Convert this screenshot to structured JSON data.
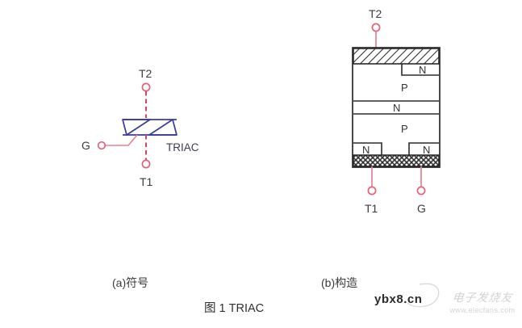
{
  "figure": {
    "title": "图 1 TRIAC",
    "captions": {
      "left": "(a)符号",
      "right": "(b)构造"
    }
  },
  "symbol_panel": {
    "device_label": "TRIAC",
    "terminals": {
      "top": "T2",
      "bottom": "T1",
      "gate": "G"
    },
    "colors": {
      "terminal": "#e8607a",
      "wire": "#e8808f",
      "symbol": "#3b3b9e",
      "text": "#3c3c3c"
    }
  },
  "structure_panel": {
    "terminals": {
      "top": "T2",
      "bottom_left": "T1",
      "bottom_right": "G"
    },
    "layers": [
      {
        "name": "top-electrode",
        "label": "",
        "fill": "diagonal-hatch"
      },
      {
        "name": "n-emitter-top-right",
        "label": "N",
        "fill": "none"
      },
      {
        "name": "p-base-upper",
        "label": "P",
        "fill": "none"
      },
      {
        "name": "n-base-middle",
        "label": "N",
        "fill": "none"
      },
      {
        "name": "p-base-lower",
        "label": "P",
        "fill": "none"
      },
      {
        "name": "n-emitter-bottom-left",
        "label": "N",
        "fill": "none"
      },
      {
        "name": "n-emitter-bottom-right",
        "label": "N",
        "fill": "none"
      },
      {
        "name": "bottom-electrode",
        "label": "",
        "fill": "cross-hatch"
      }
    ],
    "colors": {
      "outline": "#2b2b2b",
      "terminal": "#e8607a",
      "lead": "#e8808f"
    }
  },
  "watermarks": {
    "ybx": "ybx8.cn",
    "elecfans_cn": "电子发烧友",
    "elecfans_url": "www.elecfans.com"
  }
}
